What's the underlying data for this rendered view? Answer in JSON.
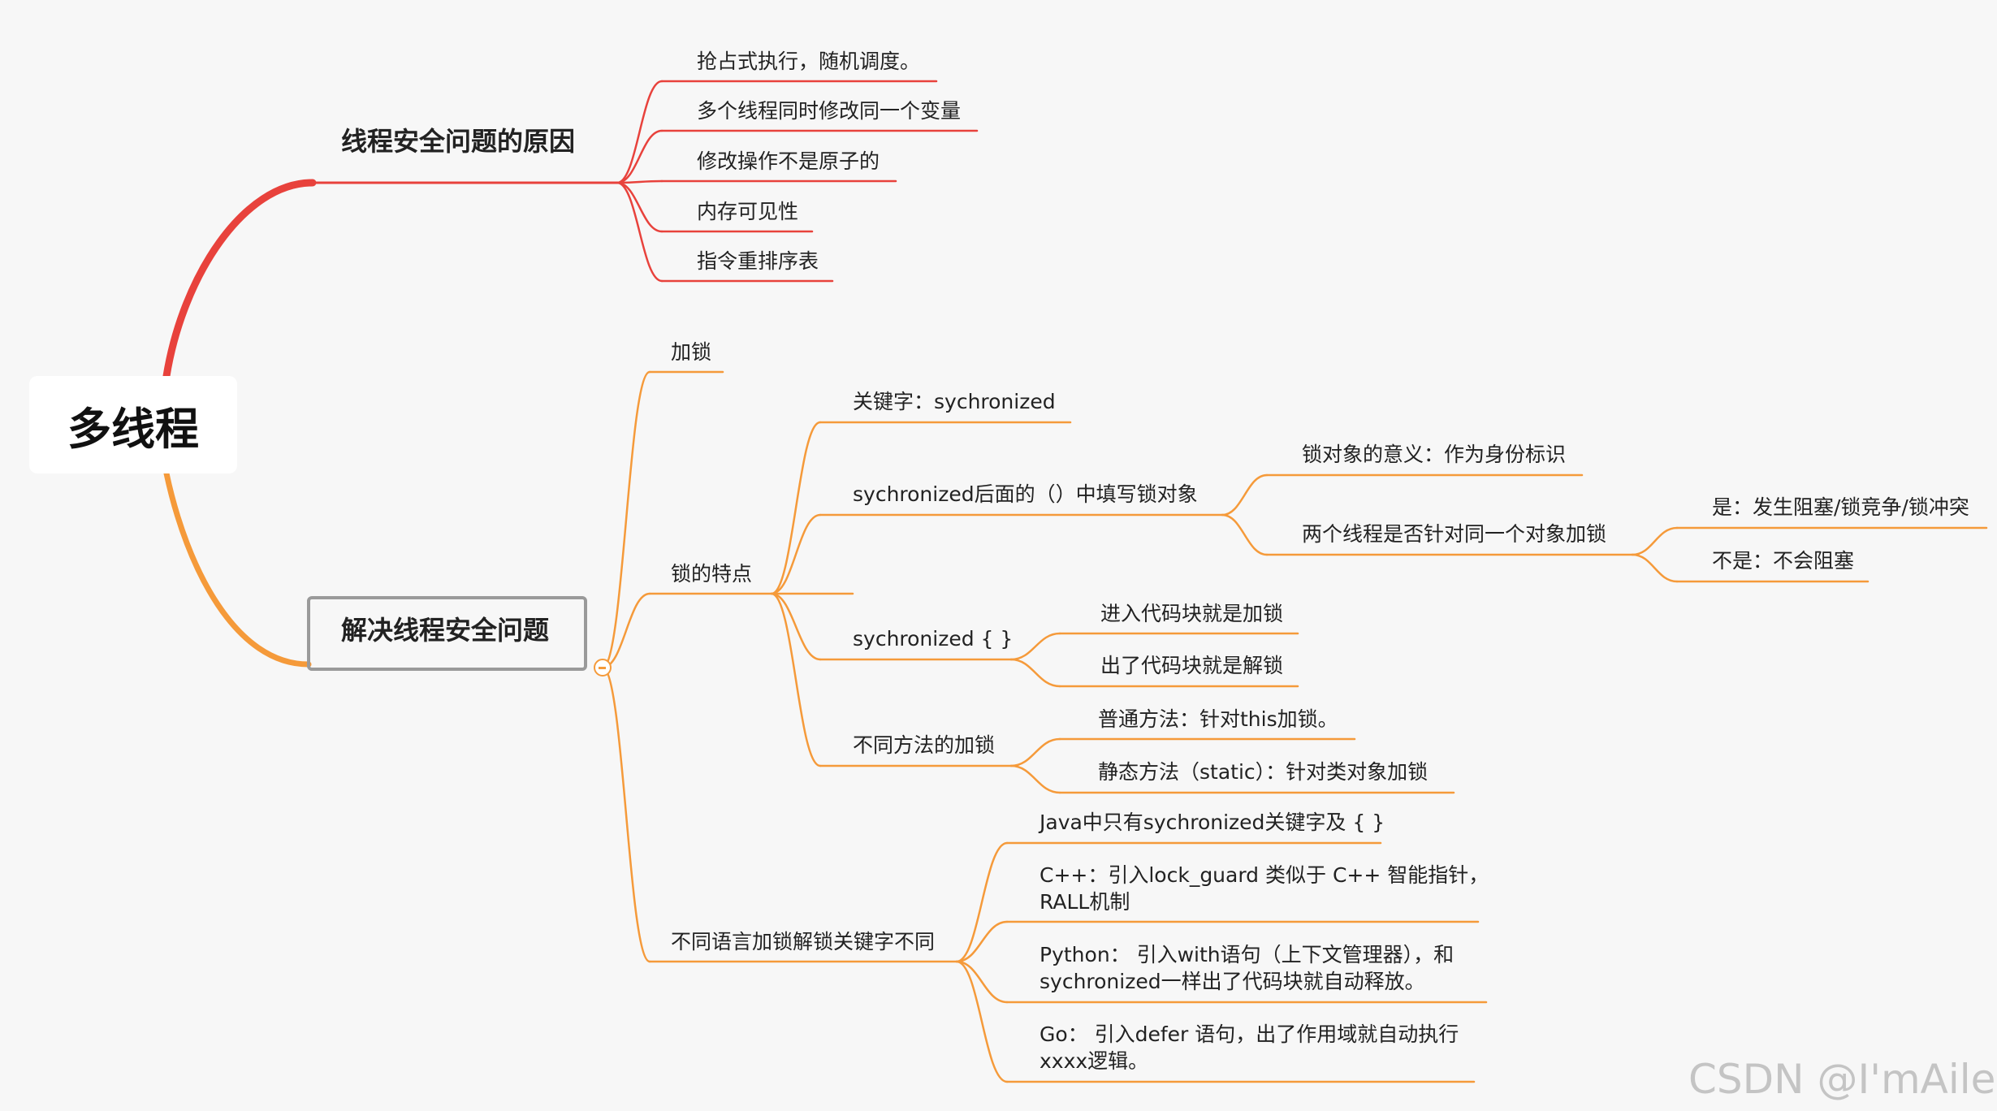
{
  "root": {
    "label": "多线程"
  },
  "branches": {
    "causes": {
      "label": "线程安全问题的原因",
      "items": [
        "抢占式执行，随机调度。",
        "多个线程同时修改同一个变量",
        "修改操作不是原子的",
        "内存可见性",
        "指令重排序表"
      ]
    },
    "solution": {
      "label": "解决线程安全问题",
      "lock": "加锁",
      "features": {
        "label": "锁的特点",
        "keyword": "关键字：sychronized",
        "paren": {
          "label": "sychronized后面的（）中填写锁对象",
          "meaning": "锁对象的意义：作为身份标识",
          "same": {
            "label": "两个线程是否针对同一个对象加锁",
            "yes": "是：发生阻塞/锁竞争/锁冲突",
            "no": "不是：不会阻塞"
          }
        },
        "block": {
          "label": "sychronized { }",
          "enter": "进入代码块就是加锁",
          "exit": "出了代码块就是解锁"
        },
        "methods": {
          "label": "不同方法的加锁",
          "normal": "普通方法：针对this加锁。",
          "static": "静态方法（static）：针对类对象加锁"
        }
      },
      "langs": {
        "label": "不同语言加锁解锁关键字不同",
        "java": "Java中只有sychronized关键字及 { }",
        "cpp": "C++：引入lock_guard 类似于 C++ 智能指针，RALL机制",
        "python": "Python： 引入with语句（上下文管理器），和sychronized一样出了代码块就自动释放。",
        "go": "Go： 引入defer 语句，出了作用域就自动执行xxxx逻辑。"
      }
    }
  },
  "watermark": "CSDN @I'mAileen",
  "colors": {
    "red": "#e8423c",
    "orange": "#f59a3a",
    "background": "#f7f7f7"
  }
}
